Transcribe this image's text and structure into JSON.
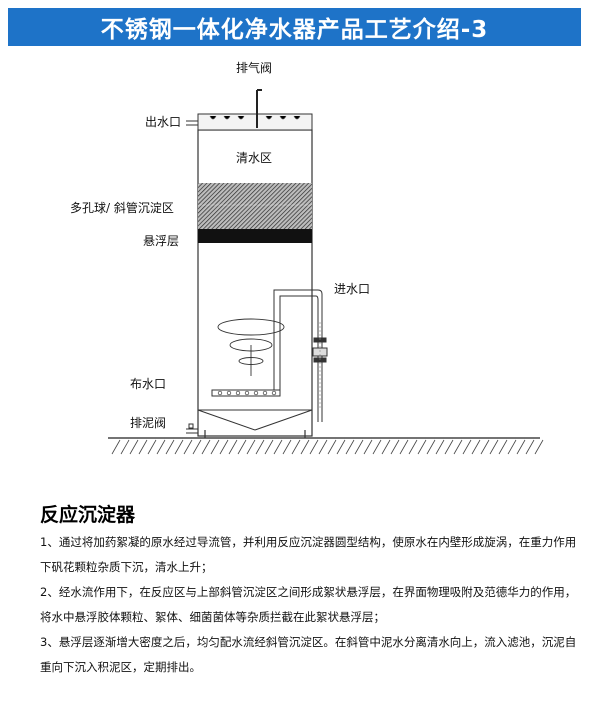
{
  "header": {
    "title": "不锈钢一体化净水器产品工艺介绍-3"
  },
  "diagram": {
    "labels": {
      "exhaust_valve": "排气阀",
      "water_outlet": "出水口",
      "clear_water_zone": "清水区",
      "tube_settling_zone": "多孔球/ 斜管沉淀区",
      "suspension_layer": "悬浮层",
      "water_inlet": "进水口",
      "distribution_outlet": "布水口",
      "sludge_valve": "排泥阀"
    }
  },
  "section": {
    "title": "反应沉淀器",
    "paragraphs": [
      "1、通过将加药絮凝的原水经过导流管，并利用反应沉淀器圆型结构，使原水在内壁形成旋涡，在重力作用下矾花颗粒杂质下沉，清水上升；",
      "2、经水流作用下，在反应区与上部斜管沉淀区之间形成絮状悬浮层，在界面物理吸附及范德华力的作用，将水中悬浮胶体颗粒、絮体、细菌菌体等杂质拦截在此絮状悬浮层；",
      "3、悬浮层逐渐增大密度之后，均匀配水流经斜管沉淀区。在斜管中泥水分离清水向上，流入滤池，沉泥自重向下沉入积泥区，定期排出。"
    ]
  }
}
